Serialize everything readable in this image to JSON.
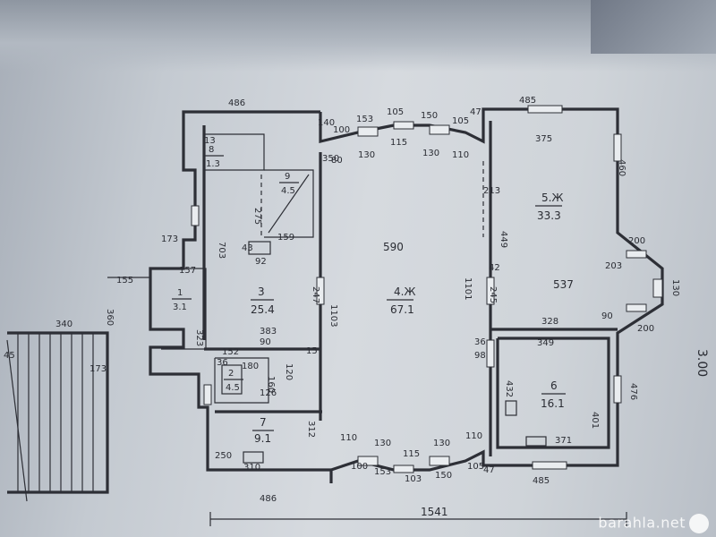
{
  "plan": {
    "dims_top": [
      "486",
      "140",
      "100",
      "153",
      "105",
      "150",
      "105",
      "47",
      "485"
    ],
    "dims_top_inner": [
      "80",
      "130",
      "115",
      "130",
      "110"
    ],
    "dims_bottom": [
      "486",
      "100",
      "153",
      "103",
      "150",
      "105",
      "47",
      "485"
    ],
    "dims_bottom_inner": [
      "110",
      "130",
      "115",
      "130",
      "110"
    ],
    "overall": "1541",
    "page_mark": "3.00",
    "other_dims": [
      "173",
      "155",
      "157",
      "340",
      "360",
      "173",
      "703",
      "43",
      "92",
      "275",
      "159",
      "323",
      "383",
      "152",
      "90",
      "36",
      "180",
      "120",
      "160",
      "126",
      "312",
      "250",
      "310",
      "349",
      "328",
      "90",
      "203",
      "200",
      "130",
      "200",
      "476",
      "401",
      "371",
      "432",
      "449",
      "460",
      "375",
      "590",
      "1101",
      "1103",
      "247",
      "245",
      "15",
      "36",
      "98",
      "42",
      "537",
      "213",
      "13",
      "45",
      "350"
    ],
    "rooms": [
      {
        "label_top": "5.Ж",
        "label_bottom": "33.3"
      },
      {
        "label_top": "4.Ж",
        "label_bottom": "67.1"
      },
      {
        "label_top": "3",
        "label_bottom": "25.4"
      },
      {
        "label_top": "6",
        "label_bottom": "16.1"
      },
      {
        "label_top": "7",
        "label_bottom": "9.1"
      },
      {
        "label_top": "1",
        "label_bottom": "3.1"
      },
      {
        "label_top": "2",
        "label_bottom": "4.5"
      },
      {
        "label_top": "8",
        "label_bottom": "1.3"
      },
      {
        "label_top": "9",
        "label_bottom": "4.5"
      }
    ]
  },
  "watermark": "barahla.net"
}
